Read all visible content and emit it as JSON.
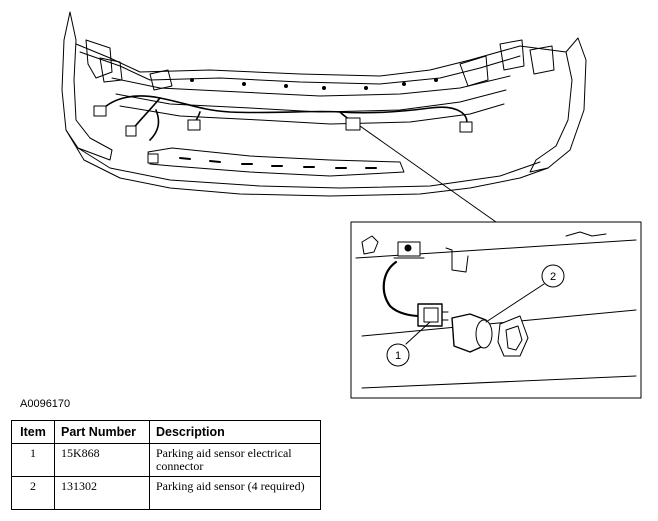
{
  "figure": {
    "id": "A0096170",
    "callouts": [
      "1",
      "2"
    ]
  },
  "table": {
    "headers": {
      "item": "Item",
      "part_number": "Part Number",
      "description": "Description"
    },
    "rows": [
      {
        "item": "1",
        "part_number": "15K868",
        "description": "Parking aid sensor electrical connector"
      },
      {
        "item": "2",
        "part_number": "131302",
        "description": "Parking aid sensor (4 required)"
      }
    ]
  }
}
